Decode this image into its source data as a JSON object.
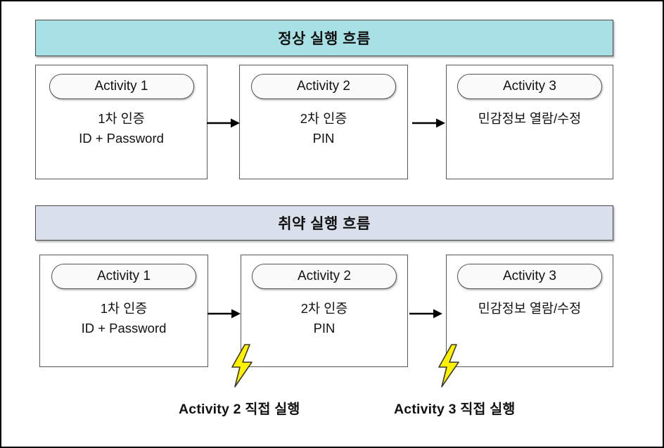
{
  "diagram": {
    "title_normal": "정상 실행 흐름",
    "title_vulnerable": "취약 실행 흐름",
    "colors": {
      "header_normal_bg": "#A7E1E6",
      "header_vulnerable_bg": "#D9E0EC",
      "box_border": "#585858",
      "bolt_fill": "#FFF200",
      "bolt_stroke": "#3A3A30",
      "text": "#111111"
    }
  },
  "normal_flow": {
    "header": "정상 실행 흐름",
    "steps": [
      {
        "label": "Activity 1",
        "body": "1차 인증\nID + Password"
      },
      {
        "label": "Activity 2",
        "body": "2차 인증\nPIN"
      },
      {
        "label": "Activity 3",
        "body": "민감정보 열람/수정"
      }
    ],
    "connectors": [
      {
        "from": "Activity 1",
        "to": "Activity 2",
        "icon": "arrow-right-icon"
      },
      {
        "from": "Activity 2",
        "to": "Activity 3",
        "icon": "arrow-right-icon"
      }
    ]
  },
  "vulnerable_flow": {
    "header": "취약 실행 흐름",
    "steps": [
      {
        "label": "Activity 1",
        "body": "1차 인증\nID + Password"
      },
      {
        "label": "Activity 2",
        "body": "2차 인증\nPIN"
      },
      {
        "label": "Activity 3",
        "body": "민감정보 열람/수정"
      }
    ],
    "connectors": [
      {
        "from": "Activity 1",
        "to": "Activity 2",
        "icon": "arrow-right-icon"
      },
      {
        "from": "Activity 2",
        "to": "Activity 3",
        "icon": "arrow-right-icon"
      }
    ],
    "attacks": [
      {
        "icon": "lightning-bolt-icon",
        "target": "Activity 2",
        "caption": "Activity 2 직접 실행"
      },
      {
        "icon": "lightning-bolt-icon",
        "target": "Activity 3",
        "caption": "Activity 3 직접 실행"
      }
    ]
  }
}
